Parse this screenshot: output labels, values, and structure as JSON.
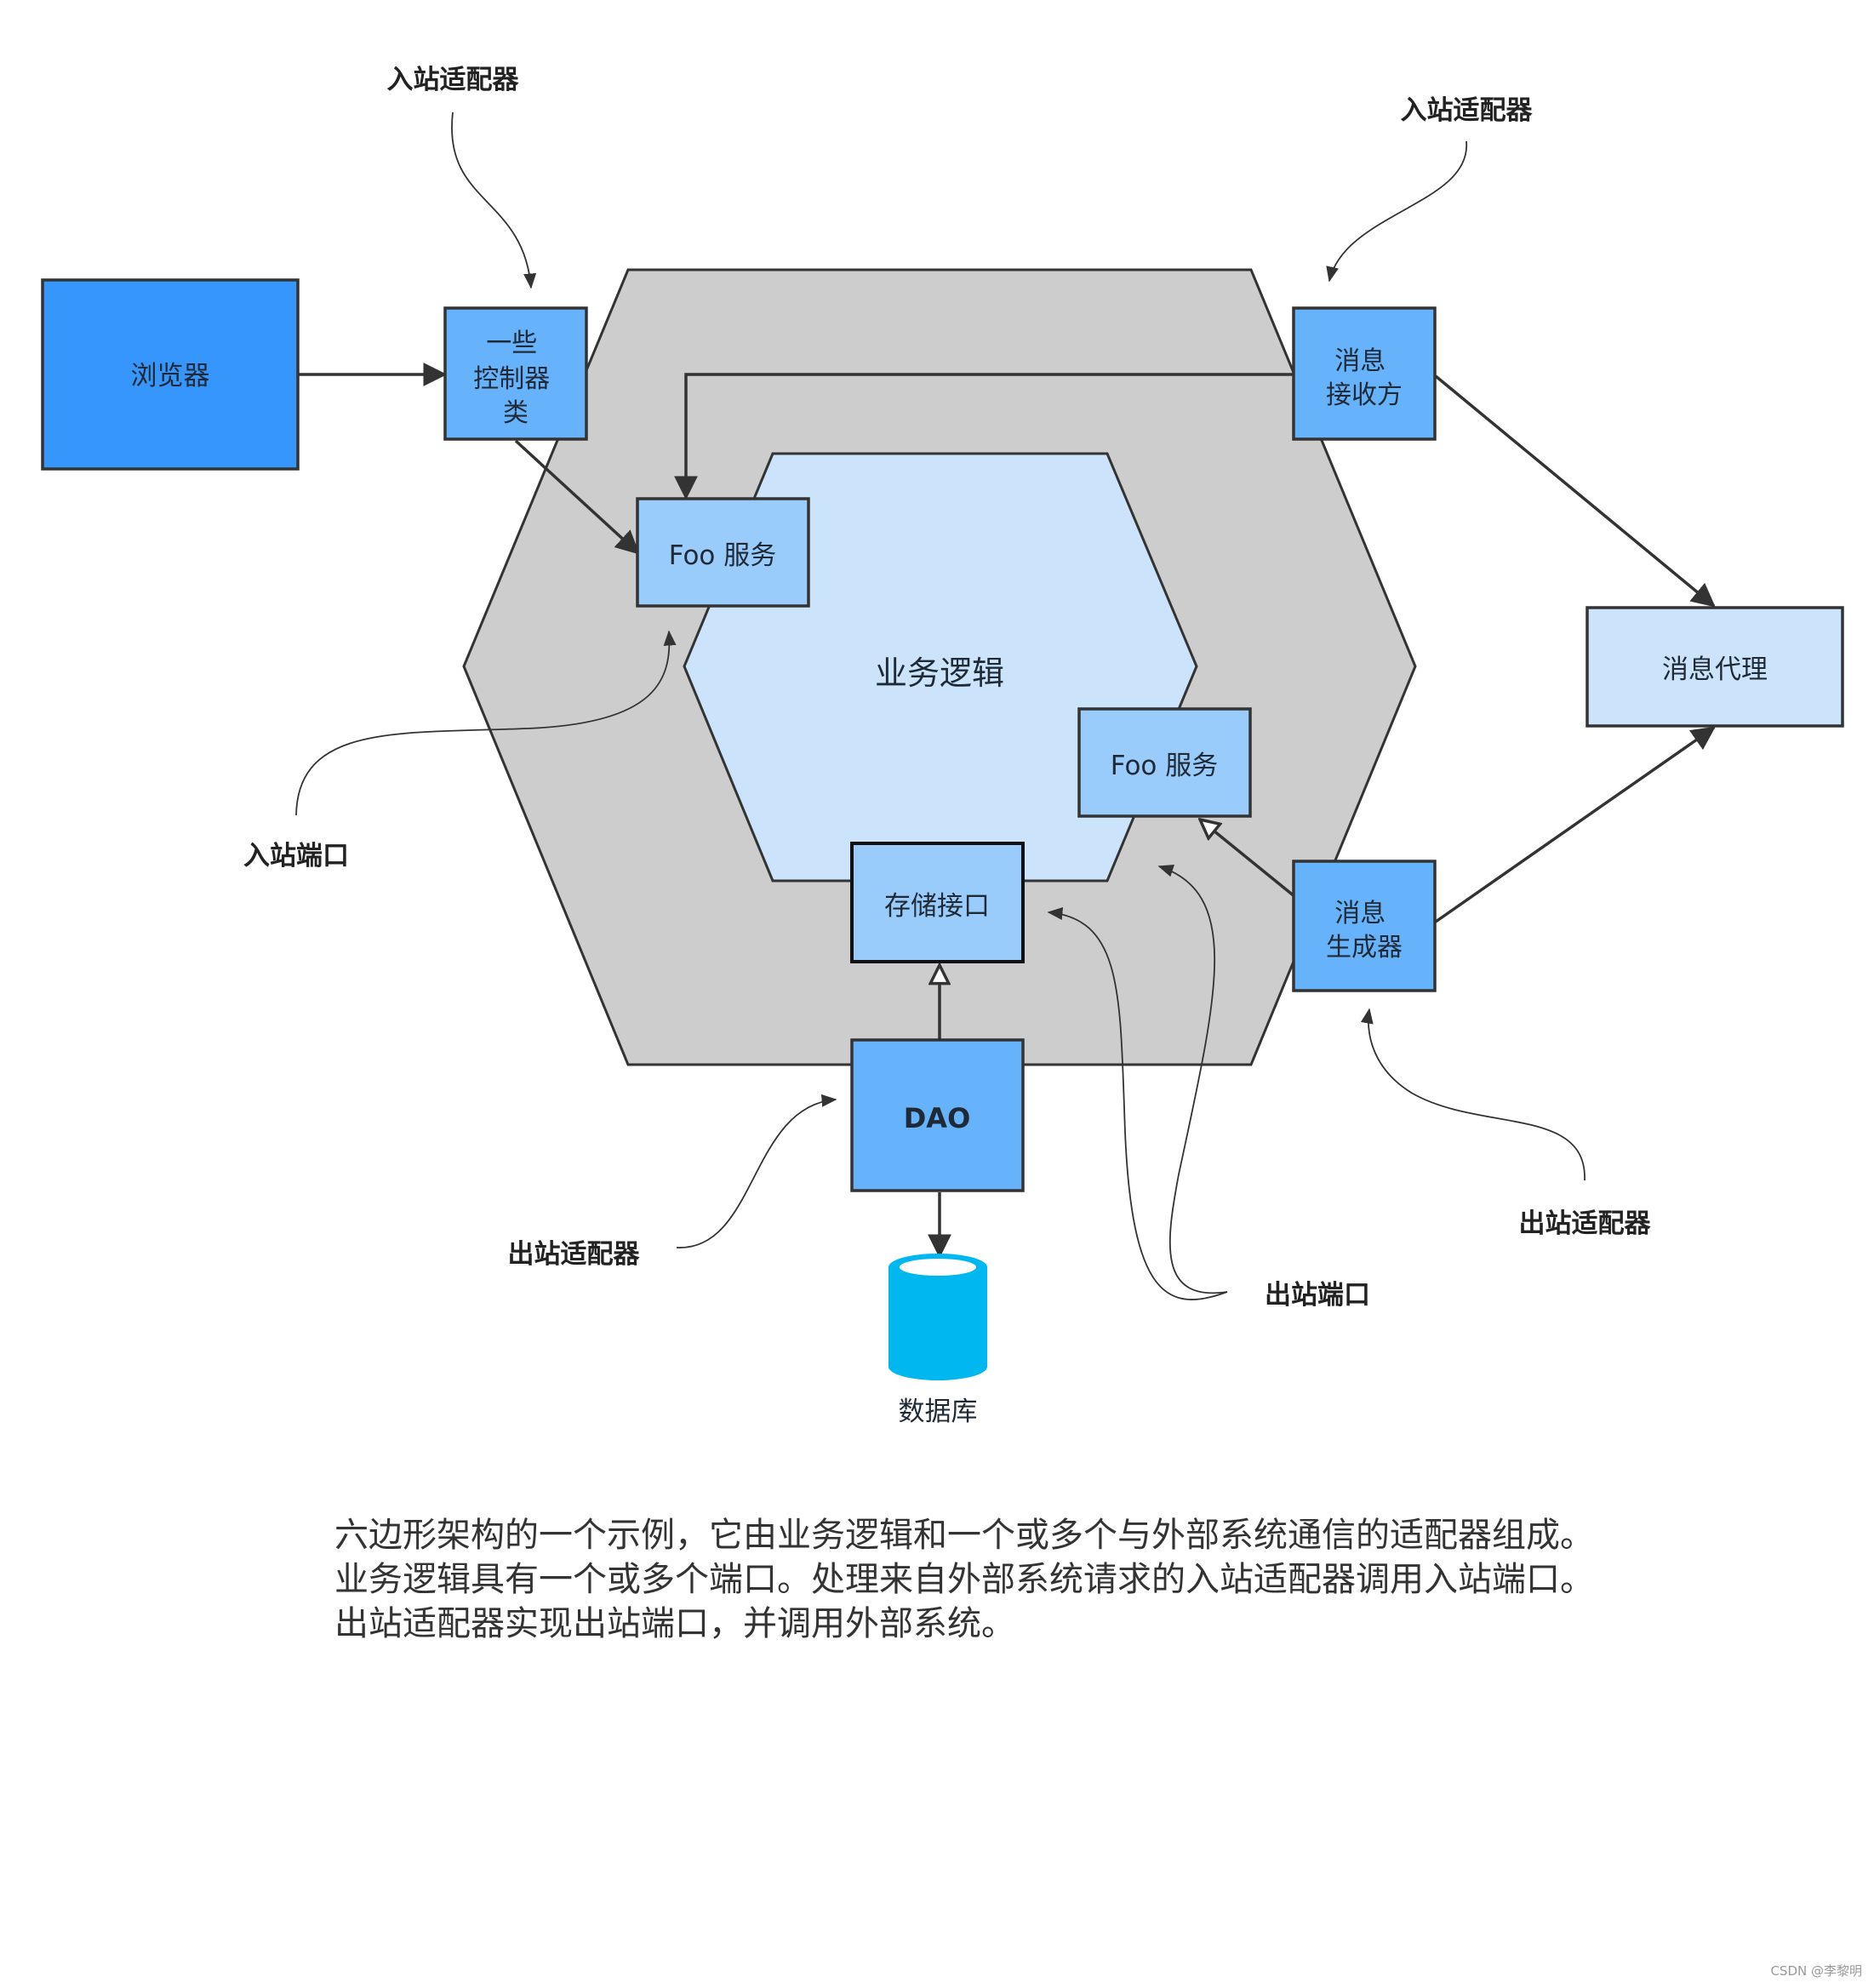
{
  "nodes": {
    "browser": "浏览器",
    "controller": [
      "一些",
      "控制器",
      "类"
    ],
    "foo_service_top": "Foo 服务",
    "business_logic": "业务逻辑",
    "foo_service_right": "Foo 服务",
    "storage_interface": "存储接口",
    "dao": "DAO",
    "database": "数据库",
    "message_receiver": [
      "消息",
      "接收方"
    ],
    "message_broker": "消息代理",
    "message_producer": [
      "消息",
      "生成器"
    ]
  },
  "callouts": {
    "inbound_adapter_left": "入站适配器",
    "inbound_adapter_right": "入站适配器",
    "inbound_port": "入站端口",
    "outbound_adapter_left": "出站适配器",
    "outbound_adapter_right": "出站适配器",
    "outbound_port": "出站端口"
  },
  "caption": [
    "六边形架构的一个示例，它由业务逻辑和一个或多个与外部系统通信的适配器组成。",
    "业务逻辑具有一个或多个端口。处理来自外部系统请求的入站适配器调用入站端口。",
    "出站适配器实现出站端口，并调用外部系统。"
  ],
  "watermark": "CSDN @李黎明",
  "colors": {
    "outer_hexagon": "#cdcdcd",
    "inner_hexagon": "#cbe4fb",
    "browser": "#3796fb",
    "adapter_box": "#66b2fb",
    "port_box": "#99cbfb",
    "broker_box": "#cbe4fb",
    "database": "#00b8ef",
    "stroke": "#333333"
  }
}
